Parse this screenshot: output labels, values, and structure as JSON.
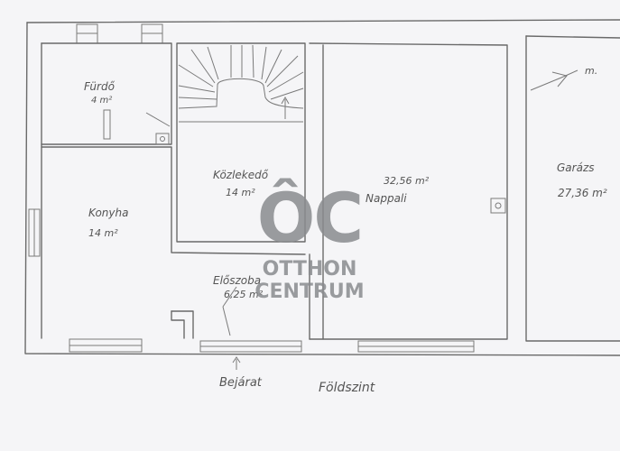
{
  "rooms": [
    {
      "id": "furdo",
      "name": "Fürdő",
      "area": "4 m²"
    },
    {
      "id": "kozlekedo",
      "name": "Közlekedő",
      "area": "14 m²"
    },
    {
      "id": "konyha",
      "name": "Konyha",
      "area": "14 m²"
    },
    {
      "id": "nappali",
      "name": "Nappali",
      "area": "32,56 m²"
    },
    {
      "id": "garazs",
      "name": "Garázs",
      "area": "27,36 m²"
    },
    {
      "id": "eloszoba",
      "name": "Előszoba",
      "area": "6,25 m²"
    }
  ],
  "labels": {
    "entrance": "Bejárat",
    "floor": "Földszint",
    "garage_arrow": "m."
  },
  "watermark": {
    "logo_letters": "ÔC",
    "line1": "OTTHON",
    "line2": "CENTRUM",
    "color": "#8a8c8f"
  }
}
